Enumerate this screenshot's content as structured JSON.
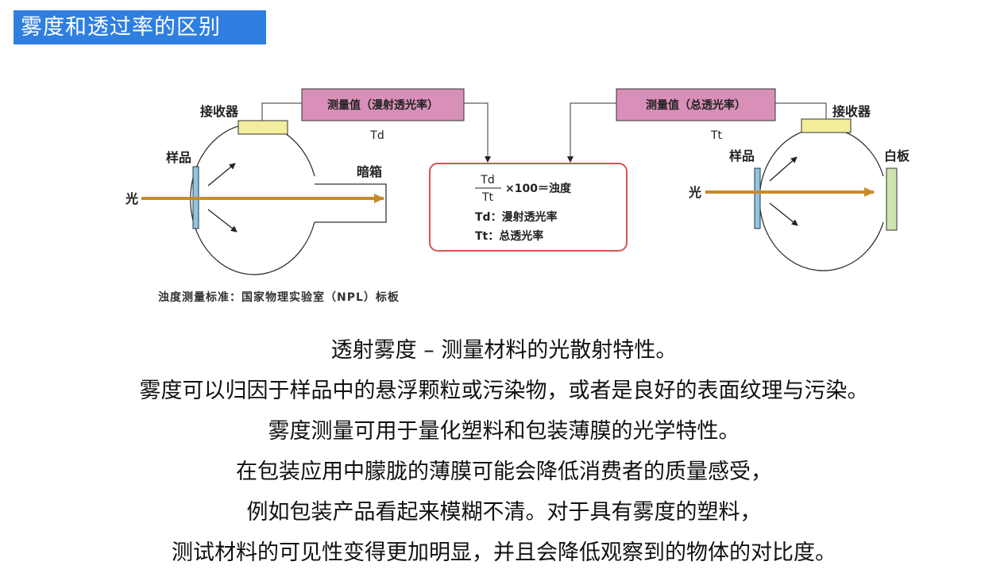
{
  "header": {
    "title": "雾度和透过率的区别"
  },
  "diagram": {
    "left": {
      "box_label": "测量值（漫射透光率）",
      "box_sub": "Td",
      "receiver": "接收器",
      "sample": "样品",
      "light": "光",
      "dark_box": "暗箱"
    },
    "right": {
      "box_label": "测量值（总透光率）",
      "box_sub": "Tt",
      "receiver": "接收器",
      "sample": "样品",
      "light": "光",
      "white_board": "白板"
    },
    "formula": {
      "numerator": "Td",
      "denominator": "Tt",
      "expr": "×100＝浊度",
      "line1": "Td：漫射透光率",
      "line2": "Tt：总透光率"
    },
    "caption": "浊度测量标准：国家物理实验室（NPL）标板"
  },
  "body": {
    "lines": [
      "透射雾度 – 测量材料的光散射特性。",
      "雾度可以归因于样品中的悬浮颗粒或污染物，或者是良好的表面纹理与污染。",
      "雾度测量可用于量化塑料和包装薄膜的光学特性。",
      "在包装应用中朦胧的薄膜可能会降低消费者的质量感受，",
      "例如包装产品看起来模糊不清。对于具有雾度的塑料，",
      "测试材料的可见性变得更加明显，并且会降低观察到的物体的对比度。"
    ]
  },
  "colors": {
    "title_bg": "#2e7fe0",
    "box_fill": "#d88fb8",
    "receiver_fill": "#f3ee9c",
    "sample_fill": "#8fc5e6",
    "light_beam": "#c98a2b",
    "formula_border": "#d9534f",
    "white_board_fill": "#cfe3b0"
  }
}
